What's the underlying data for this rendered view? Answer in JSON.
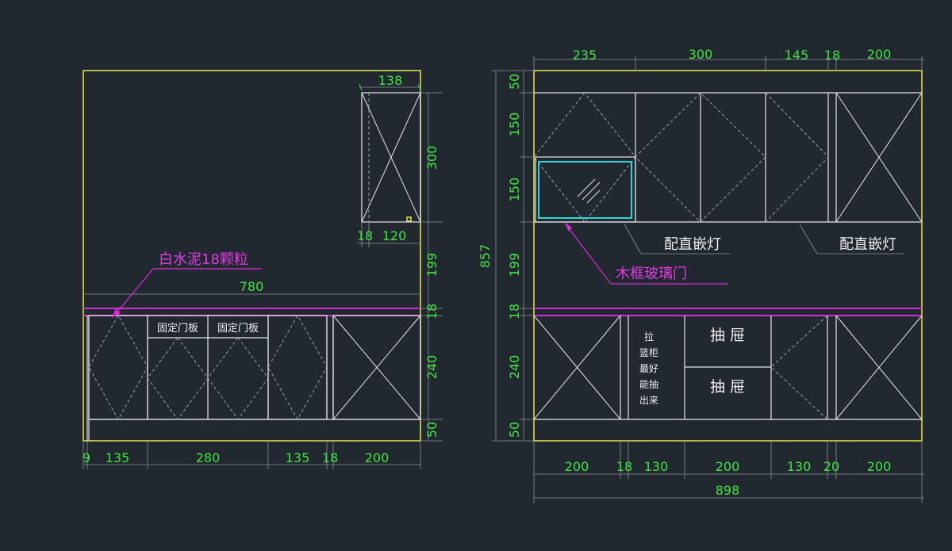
{
  "left": {
    "dims": {
      "top_cab_width": "138",
      "top_cab_height": "300",
      "top_cab_bottom_a": "18",
      "top_cab_bottom_b": "120",
      "gap_height": "199",
      "counter_width": "780",
      "counter_thick": "18",
      "base_height": "240",
      "plinth": "50",
      "b1": "9",
      "b2": "135",
      "b3": "280",
      "b4": "135",
      "b5": "18",
      "b6": "200"
    },
    "labels": {
      "material": "白水泥18颗粒",
      "fixed_panel_1": "固定门板",
      "fixed_panel_2": "固定门板"
    }
  },
  "right": {
    "dims": {
      "t1": "235",
      "t2": "300",
      "t3": "145",
      "t4": "18",
      "t5": "200",
      "v1": "50",
      "v2": "150",
      "v3": "150",
      "v4": "199",
      "v5": "18",
      "v6": "240",
      "v7": "50",
      "total_height": "857",
      "b1": "200",
      "b2": "18",
      "b3": "130",
      "b4": "200",
      "b5": "130",
      "b6": "20",
      "b7": "200",
      "total_width": "898"
    },
    "labels": {
      "light_1": "配直嵌灯",
      "light_2": "配直嵌灯",
      "glass_door": "木框玻璃门",
      "basket_1": "拉",
      "basket_2": "篮柜",
      "basket_3": "最好",
      "basket_4": "能抽",
      "basket_5": "出来",
      "drawer_1": "抽 屉",
      "drawer_2": "抽 屉"
    }
  }
}
